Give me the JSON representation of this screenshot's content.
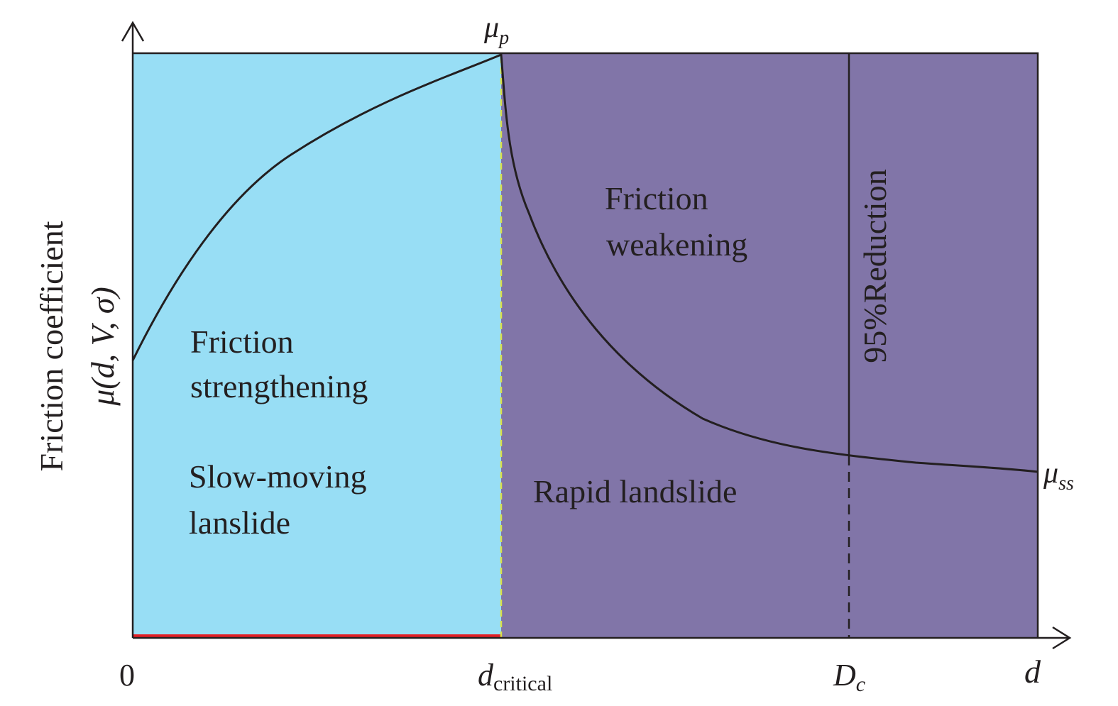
{
  "colors": {
    "slow_region": "#98def5",
    "rapid_region": "#8175a8",
    "curve": "#231f20",
    "axis": "#231f20",
    "baseline_highlight": "#e31e24",
    "boundary_dash": "#d8e24a"
  },
  "axes": {
    "y_label_line1": "Friction coefficient",
    "y_label_line2": "μ(d, V, σ)",
    "x_origin_label": "0",
    "x_end_label": "d"
  },
  "markers": {
    "peak": {
      "symbol": "μ",
      "subscript": "p"
    },
    "steady_state": {
      "symbol": "μ",
      "subscript": "ss"
    },
    "d_critical": {
      "symbol": "d",
      "subscript": "critical"
    },
    "d_c": {
      "symbol": "D",
      "subscript": "c"
    }
  },
  "regions": {
    "strengthening_line1": "Friction",
    "strengthening_line2": "strengthening",
    "slow_line1": "Slow-moving",
    "slow_line2": "lanslide",
    "weakening_line1": "Friction",
    "weakening_line2": "weakening",
    "rapid": "Rapid landslide",
    "reduction": "95%Reduction"
  }
}
